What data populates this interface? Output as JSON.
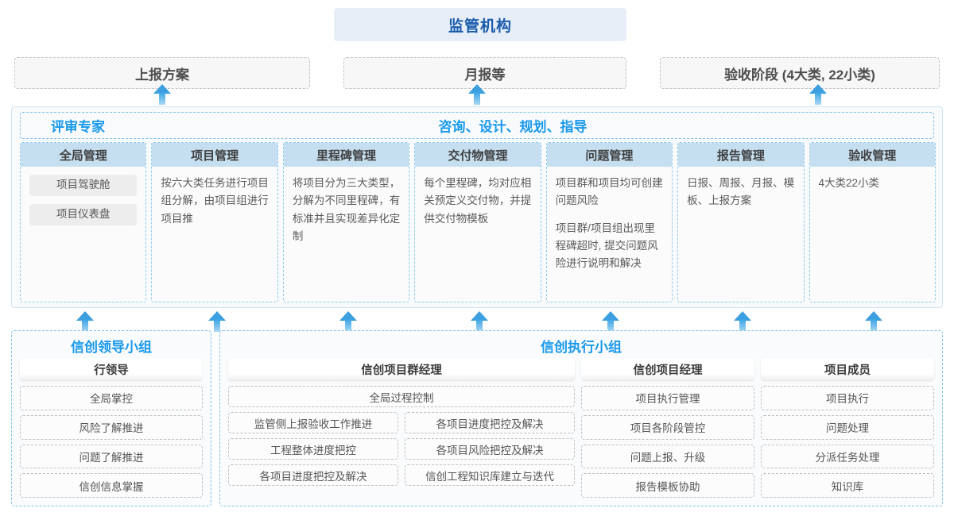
{
  "top": {
    "regulator_label": "监管机构"
  },
  "reports": [
    {
      "label": "上报方案"
    },
    {
      "label": "月报等"
    },
    {
      "label": "验收阶段 (4大类, 22小类)"
    }
  ],
  "middle": {
    "header_left": "评审专家",
    "header_center": "咨询、设计、规划、指导",
    "cards": [
      {
        "title": "全局管理",
        "pills": [
          "项目驾驶舱",
          "项目仪表盘"
        ],
        "paragraphs": []
      },
      {
        "title": "项目管理",
        "pills": [],
        "paragraphs": [
          "按六大类任务进行项目组分解，由项目组进行项目推"
        ]
      },
      {
        "title": "里程碑管理",
        "pills": [],
        "paragraphs": [
          "将项目分为三大类型，分解为不同里程碑，有标准并且实现差异化定制"
        ]
      },
      {
        "title": "交付物管理",
        "pills": [],
        "paragraphs": [
          "每个里程碑，均对应相关预定义交付物，并提供交付物模板"
        ]
      },
      {
        "title": "问题管理",
        "pills": [],
        "paragraphs": [
          "项目群和项目均可创建问题风险",
          "项目群/项目组出现里程碑超时, 提交问题风险进行说明和解决"
        ]
      },
      {
        "title": "报告管理",
        "pills": [],
        "paragraphs": [
          "日报、周报、月报、模板、上报方案"
        ]
      },
      {
        "title": "验收管理",
        "pills": [],
        "paragraphs": [
          "4大类22小类"
        ]
      }
    ]
  },
  "bottom": {
    "leadership": {
      "title": "信创领导小组",
      "role": "行领导",
      "tasks": [
        "全局掌控",
        "风险了解推进",
        "问题了解推进",
        "信创信息掌握"
      ]
    },
    "execution": {
      "title": "信创执行小组",
      "program_manager": {
        "role": "信创项目群经理",
        "full_task": "全局过程控制",
        "task_rows": [
          [
            "监管侧上报验收工作推进",
            "各项目进度把控及解决"
          ],
          [
            "工程整体进度把控",
            "各项目风险把控及解决"
          ],
          [
            "各项目进度把控及解决",
            "信创工程知识库建立与迭代"
          ]
        ]
      },
      "project_manager": {
        "role": "信创项目经理",
        "tasks": [
          "项目执行管理",
          "项目各阶段管控",
          "问题上报、升级",
          "报告模板协助"
        ]
      },
      "member": {
        "role": "项目成员",
        "tasks": [
          "项目执行",
          "问题处理",
          "分派任务处理",
          "知识库"
        ]
      }
    }
  },
  "colors": {
    "accent_blue": "#1899ec",
    "regulator_bg": "#e7eef8",
    "regulator_text": "#1a5cab",
    "card_title_bg": "#c6dff0",
    "arrow": "#3c9fdf"
  }
}
